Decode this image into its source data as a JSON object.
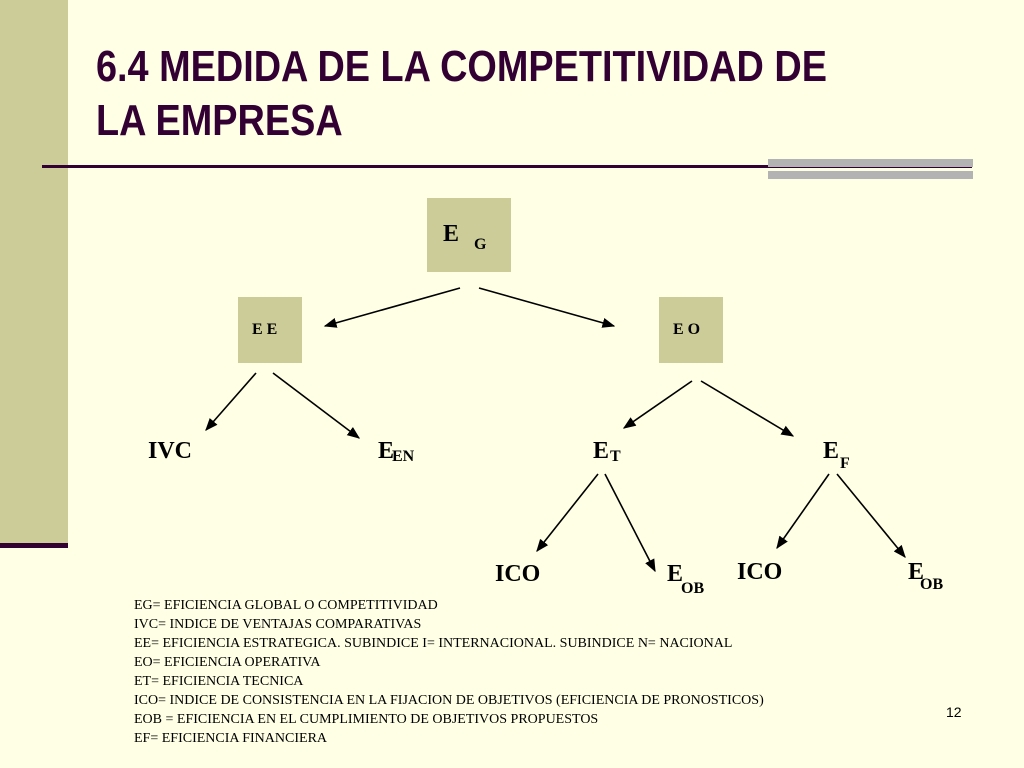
{
  "slide": {
    "title": "6.4 MEDIDA DE LA COMPETITIVIDAD DE LA EMPRESA",
    "page_number": "12"
  },
  "colors": {
    "background": "#ffffe5",
    "accent_bar": "#cccc99",
    "title_color": "#330033",
    "rule_gray": "#b3b3b3"
  },
  "nodes": {
    "eg": {
      "main": "E",
      "sub": "G"
    },
    "ee": {
      "label": "E E"
    },
    "eo": {
      "label": "E O"
    },
    "ivc": {
      "label": "IVC"
    },
    "een": {
      "main": "E",
      "sub": "EN"
    },
    "et": {
      "main": "E",
      "sub": "T"
    },
    "ef": {
      "main": "E",
      "sub": "F"
    },
    "ico_left": {
      "label": "ICO"
    },
    "eob_left": {
      "main": "E",
      "sub": "OB"
    },
    "ico_right": {
      "label": "ICO"
    },
    "eob_right": {
      "main": "E",
      "sub": "OB"
    }
  },
  "legend": [
    "EG= EFICIENCIA GLOBAL O COMPETITIVIDAD",
    "IVC= INDICE DE VENTAJAS COMPARATIVAS",
    "EE= EFICIENCIA ESTRATEGICA. SUBINDICE I= INTERNACIONAL. SUBINDICE N= NACIONAL",
    "EO= EFICIENCIA OPERATIVA",
    "ET= EFICIENCIA TECNICA",
    "ICO= INDICE DE CONSISTENCIA EN LA FIJACION DE OBJETIVOS (EFICIENCIA DE PRONOSTICOS)",
    "EOB = EFICIENCIA EN EL CUMPLIMIENTO DE OBJETIVOS PROPUESTOS",
    "EF= EFICIENCIA FINANCIERA"
  ]
}
